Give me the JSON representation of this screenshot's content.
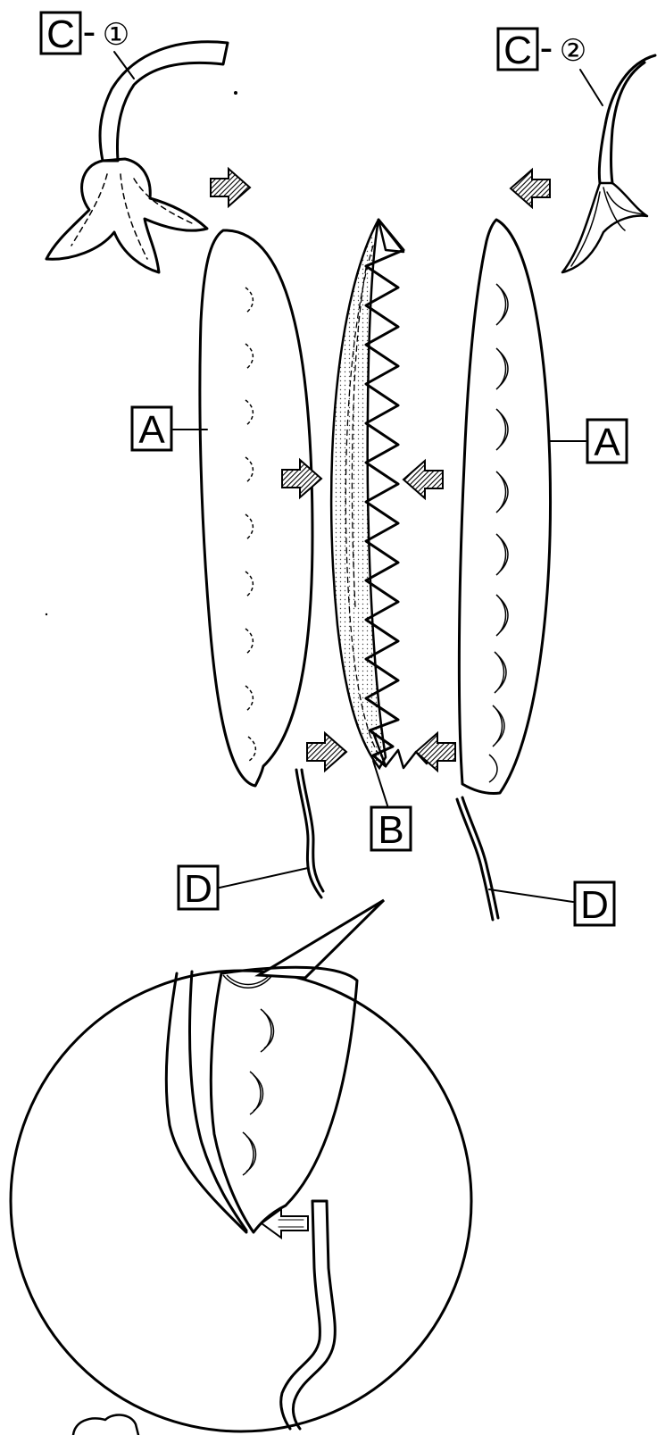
{
  "labels": {
    "a_left": "A",
    "a_right": "A",
    "b": "B",
    "c1_letter": "C",
    "c1_dash": "-",
    "c1_num": "①",
    "c2_letter": "C",
    "c2_dash": "-",
    "c2_num": "②",
    "d_left": "D",
    "d_right": "D"
  }
}
